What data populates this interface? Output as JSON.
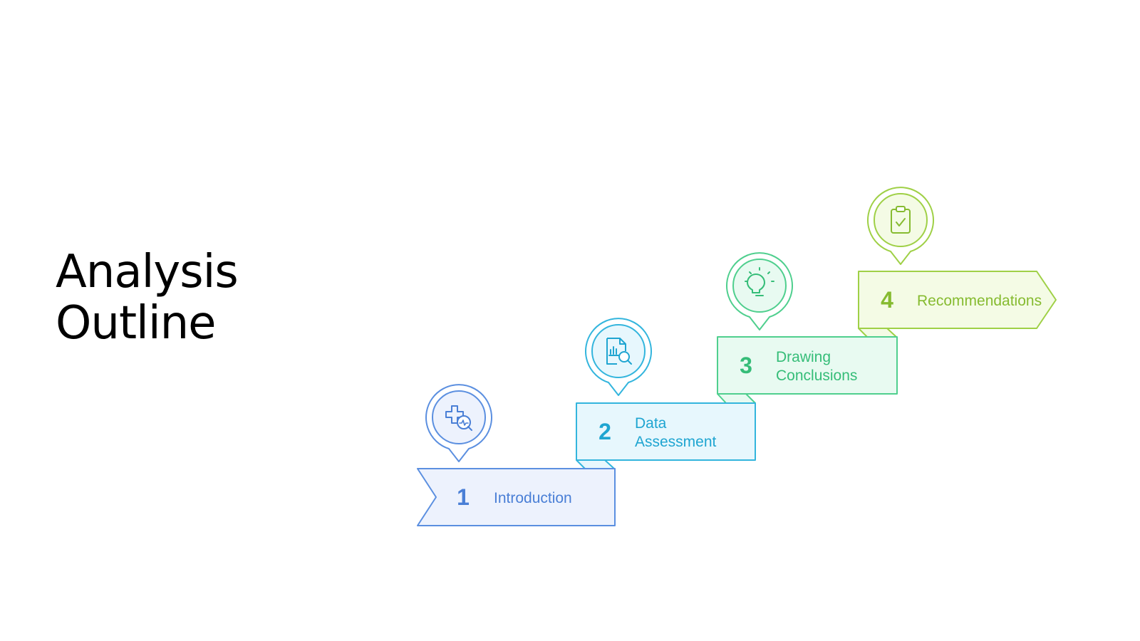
{
  "title": {
    "line1": "Analysis",
    "line2": "Outline"
  },
  "steps": [
    {
      "number": "1",
      "label_lines": [
        "Introduction"
      ],
      "icon": "medical-search-icon",
      "colors": {
        "stroke": "#5b8fe0",
        "fill": "#edf2fd",
        "text": "#4a7fd6",
        "dark": "#4a7fd6"
      }
    },
    {
      "number": "2",
      "label_lines": [
        "Data",
        "Assessment"
      ],
      "icon": "document-chart-search-icon",
      "colors": {
        "stroke": "#33b5dd",
        "fill": "#e7f7fd",
        "text": "#1fa5d1",
        "dark": "#1fa5d1"
      }
    },
    {
      "number": "3",
      "label_lines": [
        "Drawing",
        "Conclusions"
      ],
      "icon": "lightbulb-icon",
      "colors": {
        "stroke": "#4fcf8e",
        "fill": "#e8faf1",
        "text": "#35bd78",
        "dark": "#35bd78"
      }
    },
    {
      "number": "4",
      "label_lines": [
        "Recommendations"
      ],
      "icon": "clipboard-check-icon",
      "colors": {
        "stroke": "#9fd046",
        "fill": "#f4fbe5",
        "text": "#86bb30",
        "dark": "#86bb30"
      }
    }
  ]
}
